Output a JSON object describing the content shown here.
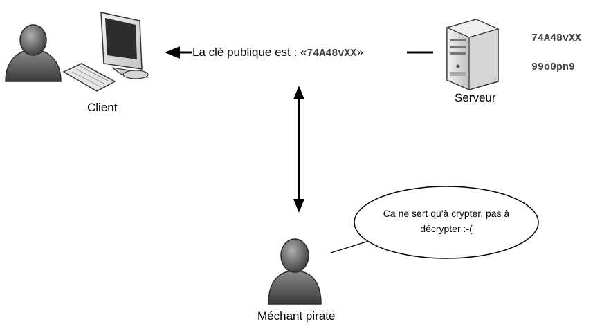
{
  "client": {
    "label": "Client"
  },
  "server": {
    "label": "Serveur",
    "key_public": "74A48vXX",
    "key_private": "99o0pn9"
  },
  "message": {
    "prefix": "La clé publique est : «",
    "key": "74A48vXX",
    "suffix": "»"
  },
  "pirate": {
    "label": "Méchant pirate"
  },
  "bubble": {
    "line1": "Ca ne sert qu'à crypter, pas à",
    "line2": "décrypter :-("
  },
  "colors": {
    "line": "#000000",
    "person": "#555555",
    "text_key": "#444444"
  }
}
